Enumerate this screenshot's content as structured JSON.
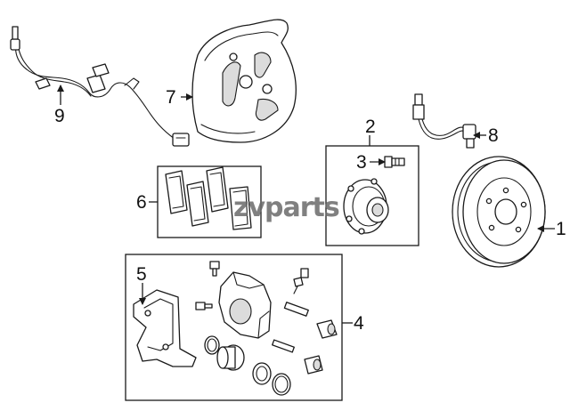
{
  "watermark": "zvparts",
  "callouts": [
    {
      "id": "1",
      "label": "1"
    },
    {
      "id": "2",
      "label": "2"
    },
    {
      "id": "3",
      "label": "3"
    },
    {
      "id": "4",
      "label": "4"
    },
    {
      "id": "5",
      "label": "5"
    },
    {
      "id": "6",
      "label": "6"
    },
    {
      "id": "7",
      "label": "7"
    },
    {
      "id": "8",
      "label": "8"
    },
    {
      "id": "9",
      "label": "9"
    }
  ]
}
